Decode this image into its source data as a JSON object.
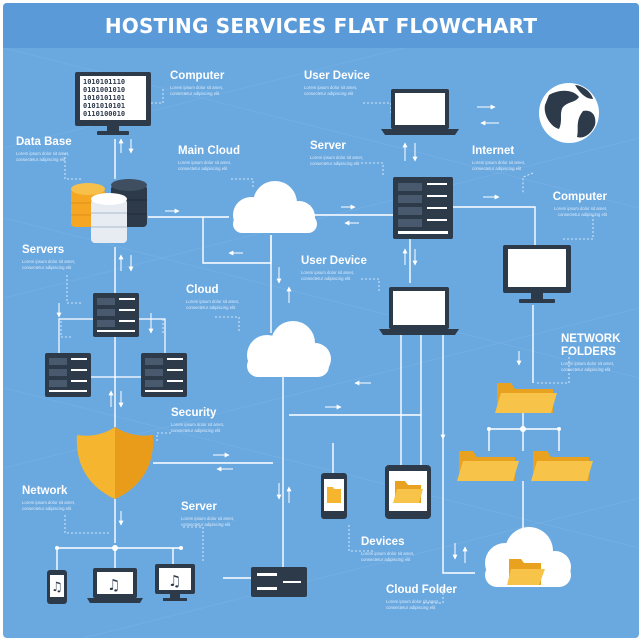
{
  "title": "HOSTING SERVICES FLAT FLOWCHART",
  "colors": {
    "background": "#6aa8e0",
    "title_bar": "#5b9ad8",
    "line": "#ffffff",
    "shield": "#f5b52e",
    "folder": "#f5b52e",
    "device_dark": "#2d3a4a",
    "screen": "#ffffff"
  },
  "computer_screen_text": [
    "1010101110",
    "0101001010",
    "1010101101",
    "0101010101",
    "0110100010"
  ],
  "labels": {
    "computer_top": {
      "title": "Computer",
      "desc": "Lorem ipsum dolor sit amet,\nconsectetur adipiscing elit"
    },
    "user_device_top": {
      "title": "User Device",
      "desc": "Lorem ipsum dolor sit amet,\nconsectetur adipiscing elit"
    },
    "data_base": {
      "title": "Data Base",
      "desc": "Lorem ipsum dolor sit amet,\nconsectetur adipiscing elit"
    },
    "main_cloud": {
      "title": "Main Cloud",
      "desc": "Lorem ipsum dolor sit amet,\nconsectetur adipiscing elit"
    },
    "server_top": {
      "title": "Server",
      "desc": "Lorem ipsum dolor sit amet,\nconsectetur adipiscing elit"
    },
    "internet": {
      "title": "Internet",
      "desc": "Lorem ipsum dolor sit amet,\nconsectetur adipiscing elit"
    },
    "computer_right": {
      "title": "Computer",
      "desc": "Lorem ipsum dolor sit amet,\nconsectetur adipiscing elit"
    },
    "servers": {
      "title": "Servers",
      "desc": "Lorem ipsum dolor sit amet,\nconsectetur adipiscing elit"
    },
    "user_device_mid": {
      "title": "User Device",
      "desc": "Lorem ipsum dolor sit amet,\nconsectetur adipiscing elit"
    },
    "cloud": {
      "title": "Cloud",
      "desc": "Lorem ipsum dolor sit amet,\nconsectetur adipiscing elit"
    },
    "network_folders": {
      "title": "NETWORK\nFOLDERS",
      "desc": "Lorem ipsum dolor sit amet,\nconsectetur adipiscing elit"
    },
    "security": {
      "title": "Security",
      "desc": "Lorem ipsum dolor sit amet,\nconsectetur adipiscing elit"
    },
    "network": {
      "title": "Network",
      "desc": "Lorem ipsum dolor sit amet,\nconsectetur adipiscing elit"
    },
    "server_bottom": {
      "title": "Server",
      "desc": "Lorem ipsum dolor sit amet,\nconsectetur adipiscing elit"
    },
    "devices": {
      "title": "Devices",
      "desc": "Lorem ipsum dolor sit amet,\nconsectetur adipiscing elit"
    },
    "cloud_folder": {
      "title": "Cloud Folder",
      "desc": "Lorem ipsum dolor sit amet,\nconsectetur adipiscing elit"
    }
  }
}
